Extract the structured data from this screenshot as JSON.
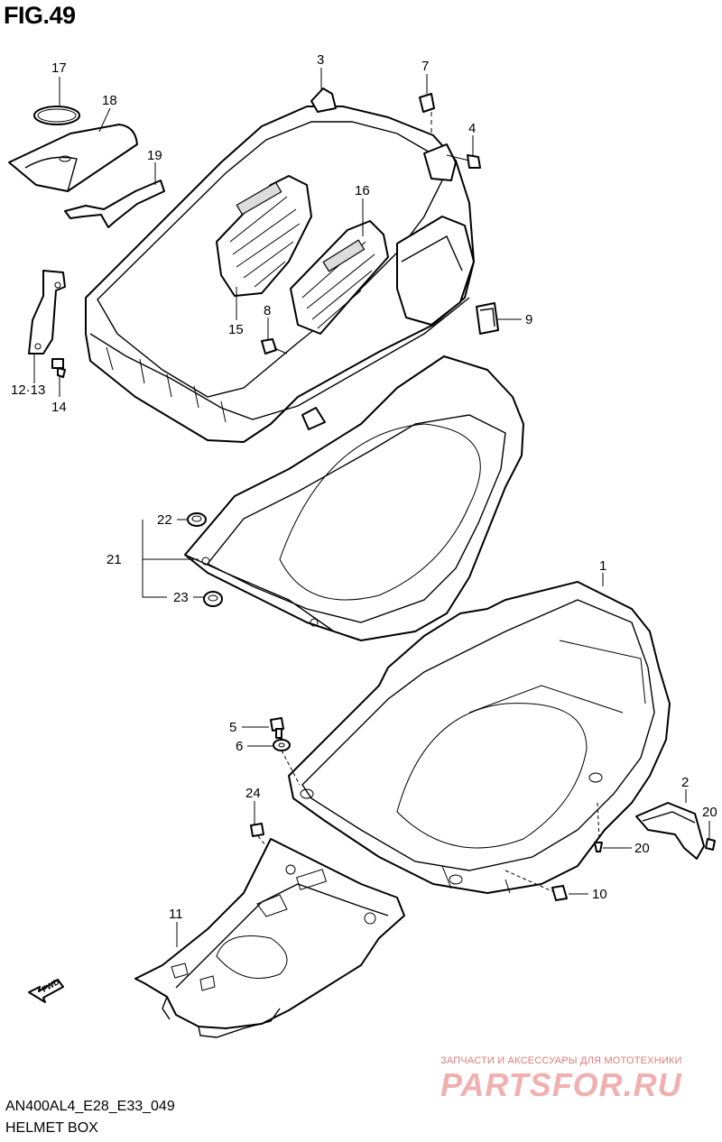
{
  "figure": {
    "title": "FIG.49",
    "code": "AN400AL4_E28_E33_049",
    "name": "HELMET BOX"
  },
  "arrow_label": "FWD",
  "callouts": [
    "17",
    "18",
    "19",
    "3",
    "7",
    "4",
    "16",
    "15",
    "8",
    "9",
    "12·13",
    "14",
    "22",
    "21",
    "23",
    "1",
    "5",
    "6",
    "24",
    "2",
    "20",
    "20",
    "10",
    "11"
  ],
  "watermark": {
    "caption": "ЗАПЧАСТИ И АКСЕССУАРЫ ДЛЯ МОТОТЕХНИКИ",
    "brand": "PARTSFOR.RU"
  }
}
